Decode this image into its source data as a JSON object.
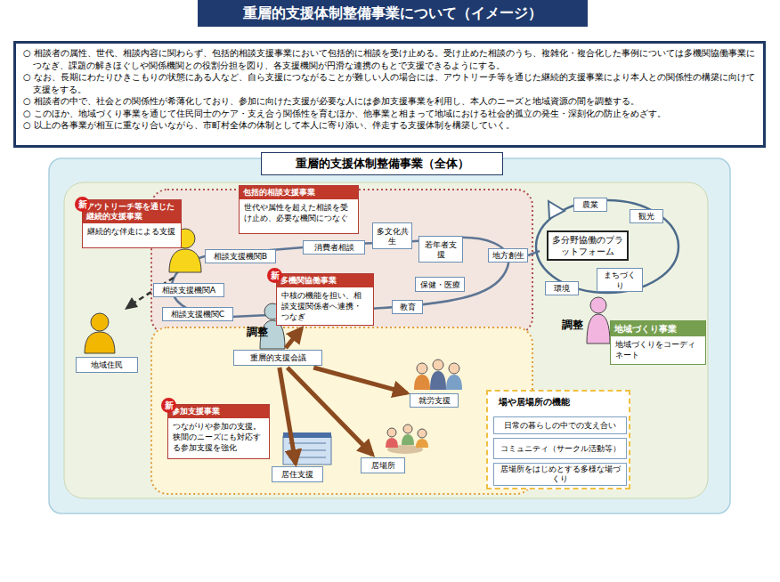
{
  "diagram": {
    "title": "重層的支援体制整備事業について（イメージ）",
    "nodes": [
      {
        "text": [
          "○ 相談者の属性、世代、相談内容に関わらず、包括的相談支援事業において包括的に相談を受け止める。受け止めた相談のうち、複雑化・複合化した事例については多機関協働事業につなぎ、課題の解きほぐしや関係機関との役割分担を図り、各支援機関が円滑な連携のもとで支援できるようにする。",
          "○ なお、長期にわたりひきこもりの状態にある人など、自ら支援につながることが難しい人の場合には、アウトリーチ等を通じた継続的支援事業により本人との関係性の構築に向けて支援をする。",
          "○ 相談者の中で、社会との関係性が希薄化しており、参加に向けた支援が必要な人には参加支援事業を利用し、本人のニーズと地域資源の間を調整する。",
          "○ このほか、地域づくり事業を通じて住民同士のケア・支え合う関係性を育むほか、他事業と相まって地域における社会的孤立の発生・深刻化の防止をめざす。",
          "○ 以上の各事業が相互に重なり合いながら、市町村全体の体制として本人に寄り添い、伴走する支援体制を構築していく。"
        ]
      },
      {
        "text": [
          "重層的支援体制整備事業（全体）"
        ]
      },
      {
        "text": [
          "アウトリーチ等を通じた継続的支援事業",
          "継続的な伴走による支援"
        ],
        "in": 1
      },
      {
        "text": [
          "包括的相談支援事業",
          "世代や属性を超えた相談を受け止め、必要な機関につなぐ"
        ],
        "in": 1
      },
      {
        "text": [
          "相談支援機関B"
        ],
        "in": 1
      },
      {
        "text": [
          "消費者相談"
        ],
        "in": 1
      },
      {
        "text": [
          "多文化共生"
        ],
        "in": 1
      },
      {
        "text": [
          "若年者支援"
        ],
        "in": 1
      },
      {
        "text": [
          "相談支援機関A"
        ],
        "in": 1
      },
      {
        "text": [
          "多機関協働事業",
          "中核の機能を担い、相談支援関係者へ連携・つなぎ"
        ],
        "in": 1
      },
      {
        "text": [
          "保健・医療"
        ],
        "in": 1
      },
      {
        "text": [
          "相談支援機関C"
        ],
        "in": 1
      },
      {
        "text": [
          "教育"
        ],
        "in": 1
      },
      {
        "text": [
          "地方創生"
        ],
        "in": 1
      },
      {
        "text": [
          "農業"
        ],
        "in": 1
      },
      {
        "text": [
          "観光"
        ],
        "in": 1
      },
      {
        "text": [
          "多分野協働のプラットフォーム"
        ],
        "in": 1
      },
      {
        "text": [
          "まちづくり"
        ],
        "in": 1
      },
      {
        "text": [
          "環境"
        ],
        "in": 1
      },
      {
        "text": [
          "地域づくり事業",
          "地域づくりをコーディネート"
        ],
        "in": 1
      },
      {
        "text": [
          "地域住民"
        ],
        "in": 1
      },
      {
        "text": [
          "重層的支援会議"
        ],
        "in": 1
      },
      {
        "text": [
          "参加支援事業",
          "つながりや参加の支援。狭間のニーズにも対応する参加支援を強化"
        ],
        "in": 1
      },
      {
        "text": [
          "就労支援"
        ],
        "in": 1
      },
      {
        "text": [
          "場や居場所の機能"
        ],
        "in": 1
      },
      {
        "text": [
          "日常の暮らしの中での支え合い"
        ],
        "in": 24
      },
      {
        "text": [
          "コミュニティ（サークル活動等）"
        ],
        "in": 24
      },
      {
        "text": [
          "居場所をはじめとする多様な場づくり"
        ],
        "in": 24
      },
      {
        "text": [
          "居場所"
        ],
        "in": 1
      },
      {
        "text": [
          "居住支援"
        ],
        "in": 1
      }
    ],
    "edges": [
      {
        "from": 21,
        "to": 9,
        "arrow": "to"
      },
      {
        "from": 21,
        "to": 23,
        "arrow": "to"
      },
      {
        "from": 21,
        "to": 28,
        "arrow": "to"
      },
      {
        "from": 21,
        "to": 29,
        "arrow": "to"
      }
    ],
    "labels": [
      "新",
      "新",
      "新",
      "調整",
      "調整"
    ]
  }
}
